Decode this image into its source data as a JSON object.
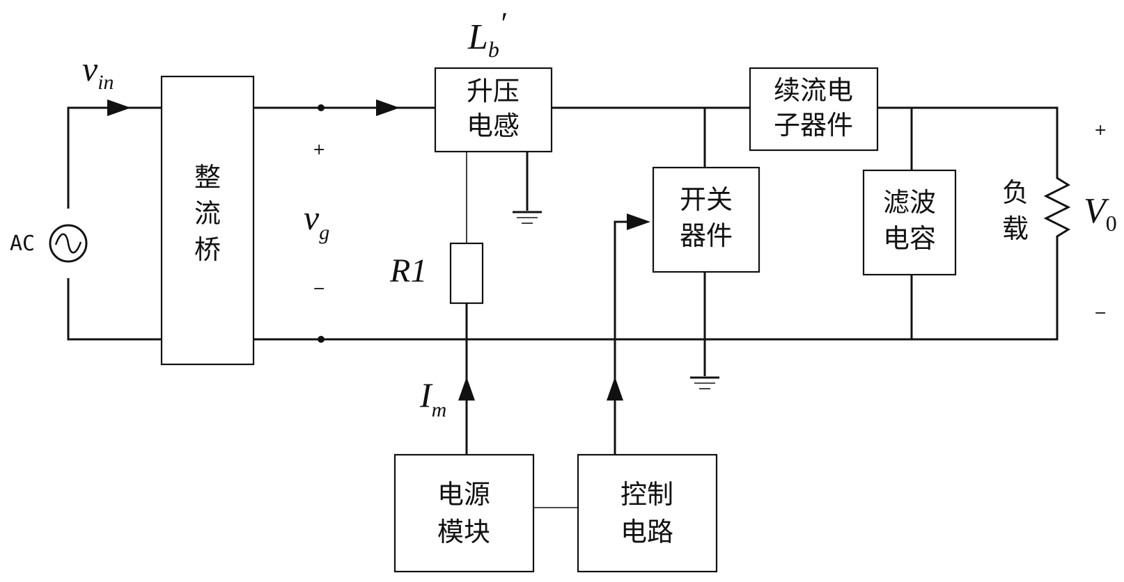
{
  "source": {
    "label": "AC"
  },
  "labels": {
    "vin_main": "v",
    "vin_sub": "in",
    "vg_main": "v",
    "vg_sub": "g",
    "lb_main": "L",
    "lb_sub": "b",
    "lb_prime": "′",
    "r1": "R1",
    "im_main": "I",
    "im_sub": "m",
    "vo_main": "V",
    "vo_sub": "0",
    "plus_left": "+",
    "minus_left": "−",
    "plus_right": "+",
    "minus_right": "−"
  },
  "blocks": {
    "rectifier": [
      "整",
      "流",
      "桥"
    ],
    "inductor": [
      "升压",
      "电感"
    ],
    "freewheel": [
      "续流电",
      "子器件"
    ],
    "switch": [
      "开关",
      "器件"
    ],
    "filter_cap": [
      "滤波",
      "电容"
    ],
    "load": [
      "负",
      "载"
    ],
    "power_module": [
      "电源",
      "模块"
    ],
    "control": [
      "控制",
      "电路"
    ]
  }
}
